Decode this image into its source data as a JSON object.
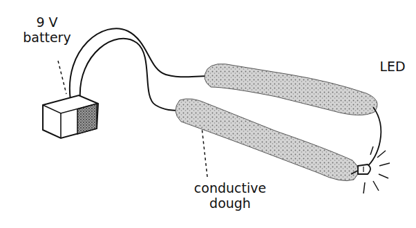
{
  "diagram": {
    "labels": [
      "9 V battery",
      "conductive dough",
      "LED"
    ]
  }
}
